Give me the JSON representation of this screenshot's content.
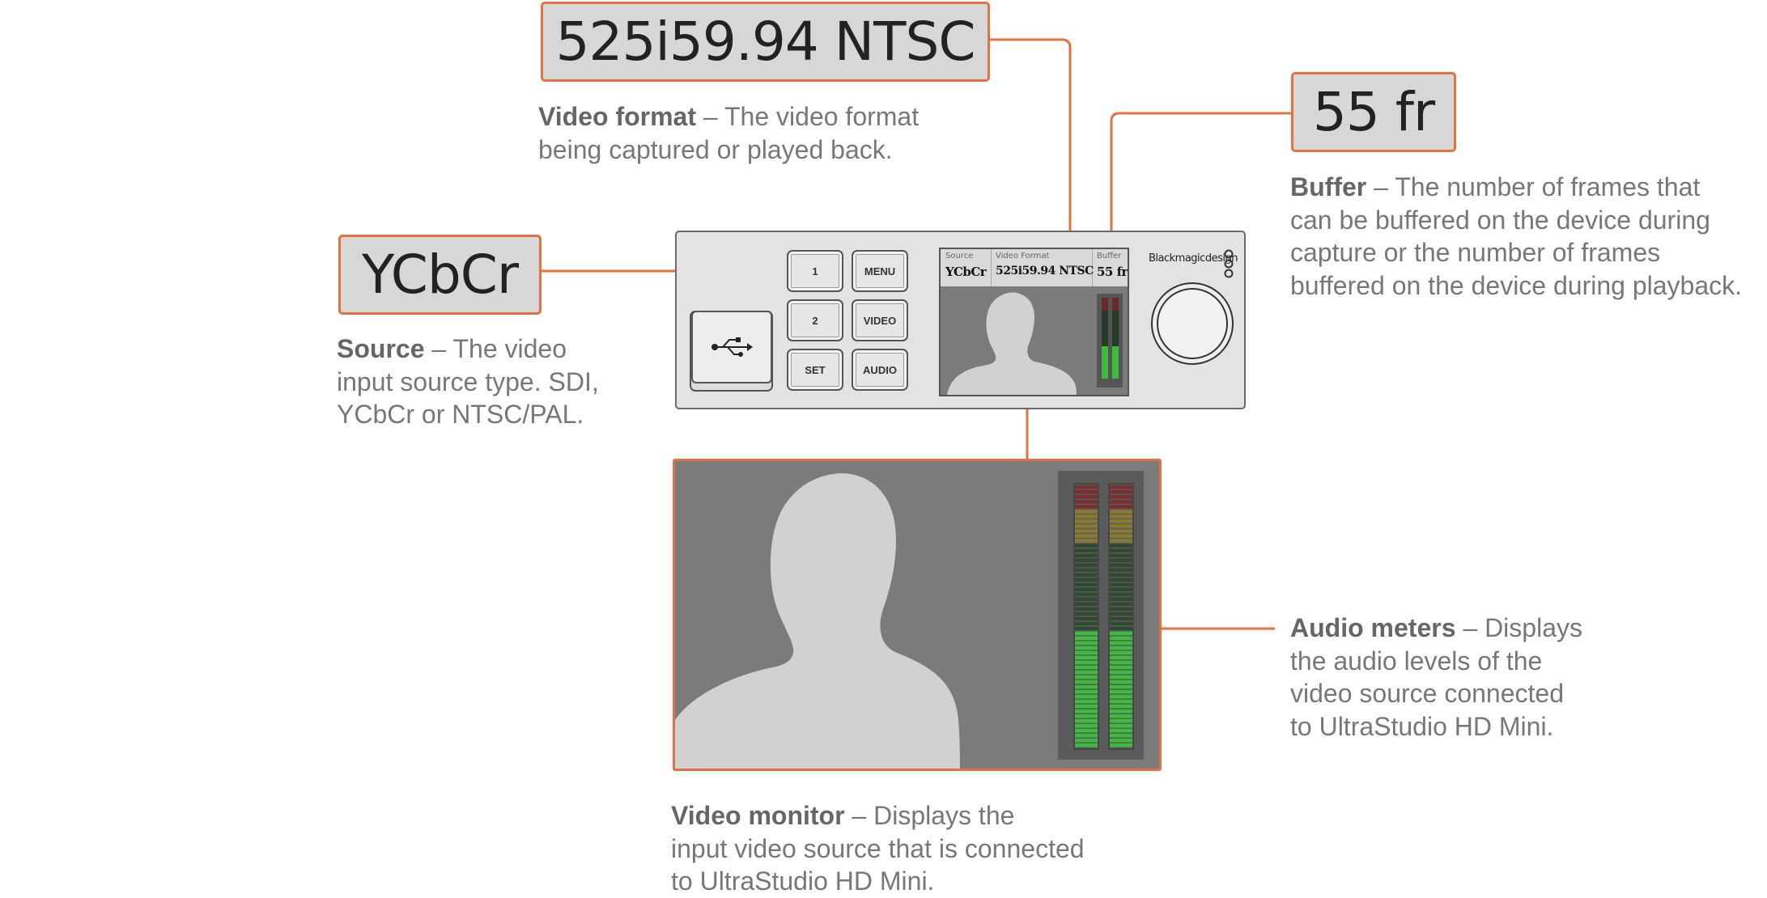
{
  "callouts": {
    "video_format": {
      "box_text": "525i59.94 NTSC",
      "title": "Video format",
      "lines": [
        "– The video format",
        "being captured or played back."
      ]
    },
    "buffer": {
      "box_text": "55 fr",
      "title": "Buffer",
      "lines": [
        "– The number of frames that",
        "can be buffered on the device during",
        "capture or the number of frames",
        "buffered on the device during playback."
      ]
    },
    "source": {
      "box_text": "YCbCr",
      "title": "Source",
      "lines": [
        "– The video",
        "input source type. SDI,",
        "YCbCr or NTSC/PAL."
      ]
    },
    "audio_meters": {
      "title": "Audio meters",
      "lines": [
        "– Displays",
        "the audio levels of the",
        "video source connected",
        "to UltraStudio HD Mini."
      ]
    },
    "video_monitor": {
      "title": "Video monitor",
      "lines": [
        "– Displays the",
        "input video source that is connected",
        "to UltraStudio HD Mini."
      ]
    }
  },
  "device": {
    "buttons": [
      "1",
      "MENU",
      "2",
      "VIDEO",
      "SET",
      "AUDIO"
    ],
    "brand": "Blackmagicdesign",
    "lcd": {
      "source_caption": "Source",
      "source_value": "YCbCr",
      "format_caption": "Video Format",
      "format_value": "525i59.94 NTSC",
      "buffer_caption": "Buffer",
      "buffer_value": "55 fr"
    }
  },
  "colors": {
    "accent": "#e0733f",
    "box_fill": "#d6d7d6",
    "screen": "#7b7b7b",
    "meter_green": "#3dbb3d",
    "meter_amber": "#8a7a30",
    "meter_red": "#7a3030"
  },
  "icons": [
    "usb-icon",
    "jog-wheel-icon",
    "silhouette-icon",
    "brand-logo-icon"
  ]
}
